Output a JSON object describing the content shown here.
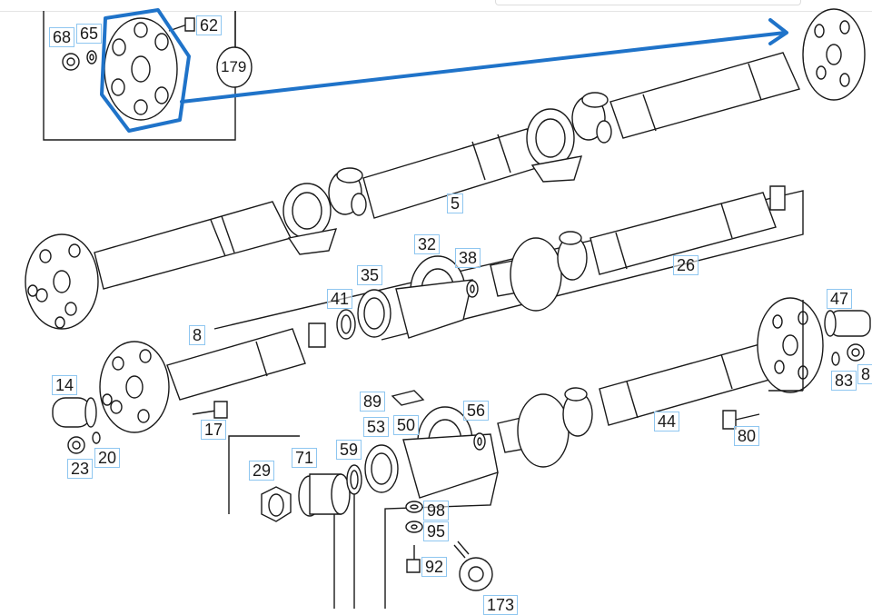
{
  "callouts": {
    "c68": "68",
    "c65": "65",
    "c62": "62",
    "c179": "179",
    "c5": "5",
    "c32": "32",
    "c38": "38",
    "c35": "35",
    "c41": "41",
    "c26": "26",
    "c8": "8",
    "c47": "47",
    "c14": "14",
    "c89": "89",
    "c56": "56",
    "c53": "53",
    "c50": "50",
    "c17": "17",
    "c44": "44",
    "c83": "83",
    "c8x": "8",
    "c80": "80",
    "c23": "23",
    "c20": "20",
    "c29": "29",
    "c71": "71",
    "c59": "59",
    "c98": "98",
    "c95": "95",
    "c92": "92",
    "c173": "173"
  },
  "colors": {
    "line": "#1a1a1a",
    "highlight": "#1f73c9",
    "label_border": "#8ec6f0"
  }
}
